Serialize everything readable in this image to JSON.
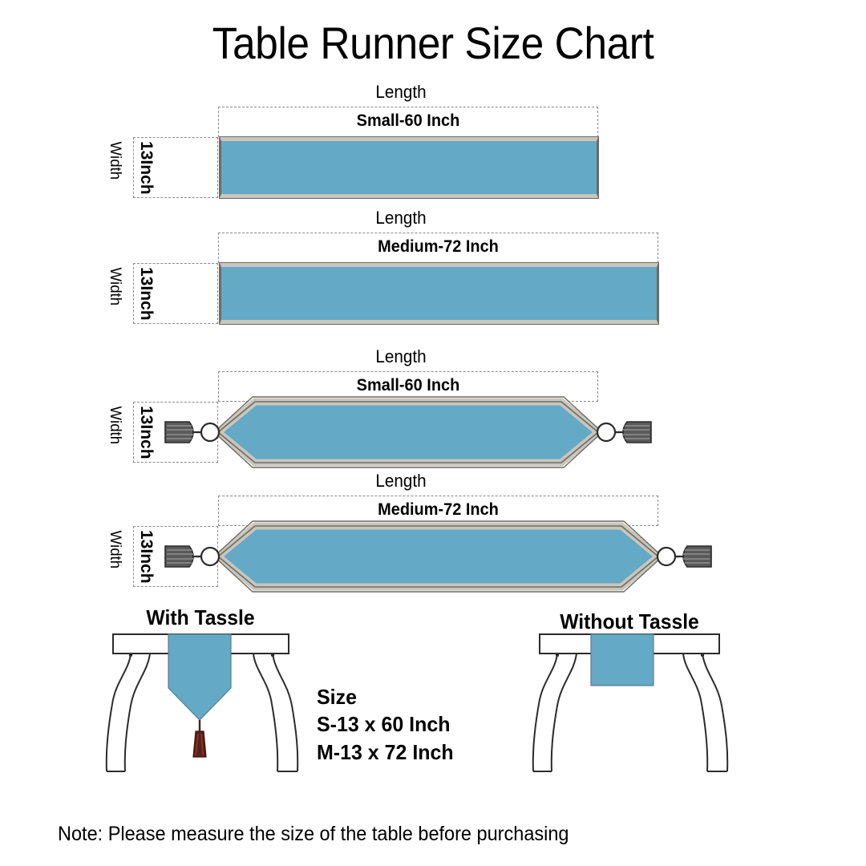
{
  "title": "Table Runner Size Chart",
  "axis_labels": {
    "length": "Length",
    "width": "Width",
    "inch": "13Inch"
  },
  "rows": [
    {
      "id": "small-no-tassle",
      "length_label": "Length",
      "size_label": "Small-60 Inch",
      "width_label": "Width",
      "inch_label": "13Inch",
      "style": "straight",
      "tassle": false
    },
    {
      "id": "medium-no-tassle",
      "length_label": "Length",
      "size_label": "Medium-72 Inch",
      "width_label": "Width",
      "inch_label": "13Inch",
      "style": "straight",
      "tassle": false
    },
    {
      "id": "small-with-tassle",
      "length_label": "Length",
      "size_label": "Small-60 Inch",
      "width_label": "Width",
      "inch_label": "13Inch",
      "style": "pointed",
      "tassle": true
    },
    {
      "id": "medium-with-tassle",
      "length_label": "Length",
      "size_label": "Medium-72 Inch",
      "width_label": "Width",
      "inch_label": "13Inch",
      "style": "pointed",
      "tassle": true
    }
  ],
  "tables": {
    "with_tassle_label": "With Tassle",
    "without_tassle_label": "Without Tassle"
  },
  "size_block": {
    "heading": "Size",
    "small": "S-13 x 60 Inch",
    "medium": "M-13 x 72 Inch"
  },
  "note": "Note:  Please measure the size of the table before purchasing",
  "colors": {
    "runner_blue": "#64A9C5",
    "runner_trim": "#c9c6bd",
    "outline": "#6d6a63",
    "dashed_guide": "#8a8a8a",
    "tassel_gray": "#555555",
    "tassel_brown": "#5c2017",
    "text": "#000000",
    "background": "#ffffff"
  },
  "chart_data": {
    "type": "table",
    "title": "Table Runner Size Chart",
    "categories": [
      "Small-60 Inch",
      "Medium-72 Inch",
      "Small-60 Inch",
      "Medium-72 Inch"
    ],
    "series": [
      {
        "name": "Length (inch)",
        "values": [
          60,
          72,
          60,
          72
        ]
      },
      {
        "name": "Width (inch)",
        "values": [
          13,
          13,
          13,
          13
        ]
      }
    ],
    "variants": [
      "without tassle",
      "without tassle",
      "with tassle",
      "with tassle"
    ],
    "xlabel": "Length",
    "ylabel": "Width",
    "annotations": [
      "With Tassle",
      "Without Tassle",
      "Size",
      "S-13 x 60 Inch",
      "M-13 x 72 Inch"
    ]
  }
}
